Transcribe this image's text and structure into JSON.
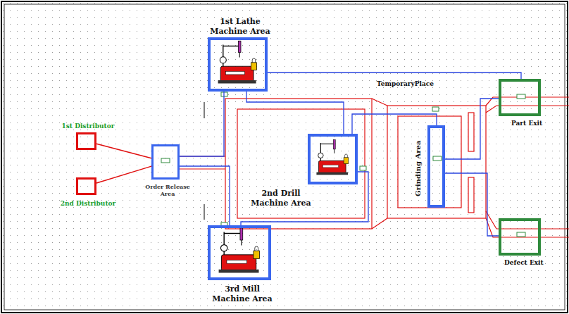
{
  "diagram": {
    "nodes": [
      {
        "text": [
          "1st Lathe Machine Area"
        ]
      },
      {
        "text": [
          "1st Distributor"
        ]
      },
      {
        "text": [
          "2nd Distributor"
        ]
      },
      {
        "text": [
          "Order Release Area"
        ]
      },
      {
        "text": [
          "2nd Drill Machine Area"
        ]
      },
      {
        "text": [
          "3rd Mill Machine Area"
        ]
      },
      {
        "text": [
          "Grinding Area"
        ]
      },
      {
        "text": [
          "Part Exit"
        ]
      },
      {
        "text": [
          "Defect Exit"
        ]
      }
    ],
    "edges": [
      {
        "from": 1,
        "to": 3,
        "arrow": "none"
      },
      {
        "from": 2,
        "to": 3,
        "arrow": "none"
      },
      {
        "from": 3,
        "to": 0,
        "arrow": "none"
      },
      {
        "from": 3,
        "to": 5,
        "arrow": "none"
      },
      {
        "from": 0,
        "to": 4,
        "arrow": "none"
      },
      {
        "from": 5,
        "to": 4,
        "arrow": "none"
      },
      {
        "from": 4,
        "to": 6,
        "arrow": "none"
      },
      {
        "from": 6,
        "to": 7,
        "arrow": "none"
      },
      {
        "from": 6,
        "to": 8,
        "arrow": "none"
      },
      {
        "from": 0,
        "to": 7,
        "arrow": "none"
      }
    ],
    "labels": [
      "TemporaryPlace"
    ]
  }
}
